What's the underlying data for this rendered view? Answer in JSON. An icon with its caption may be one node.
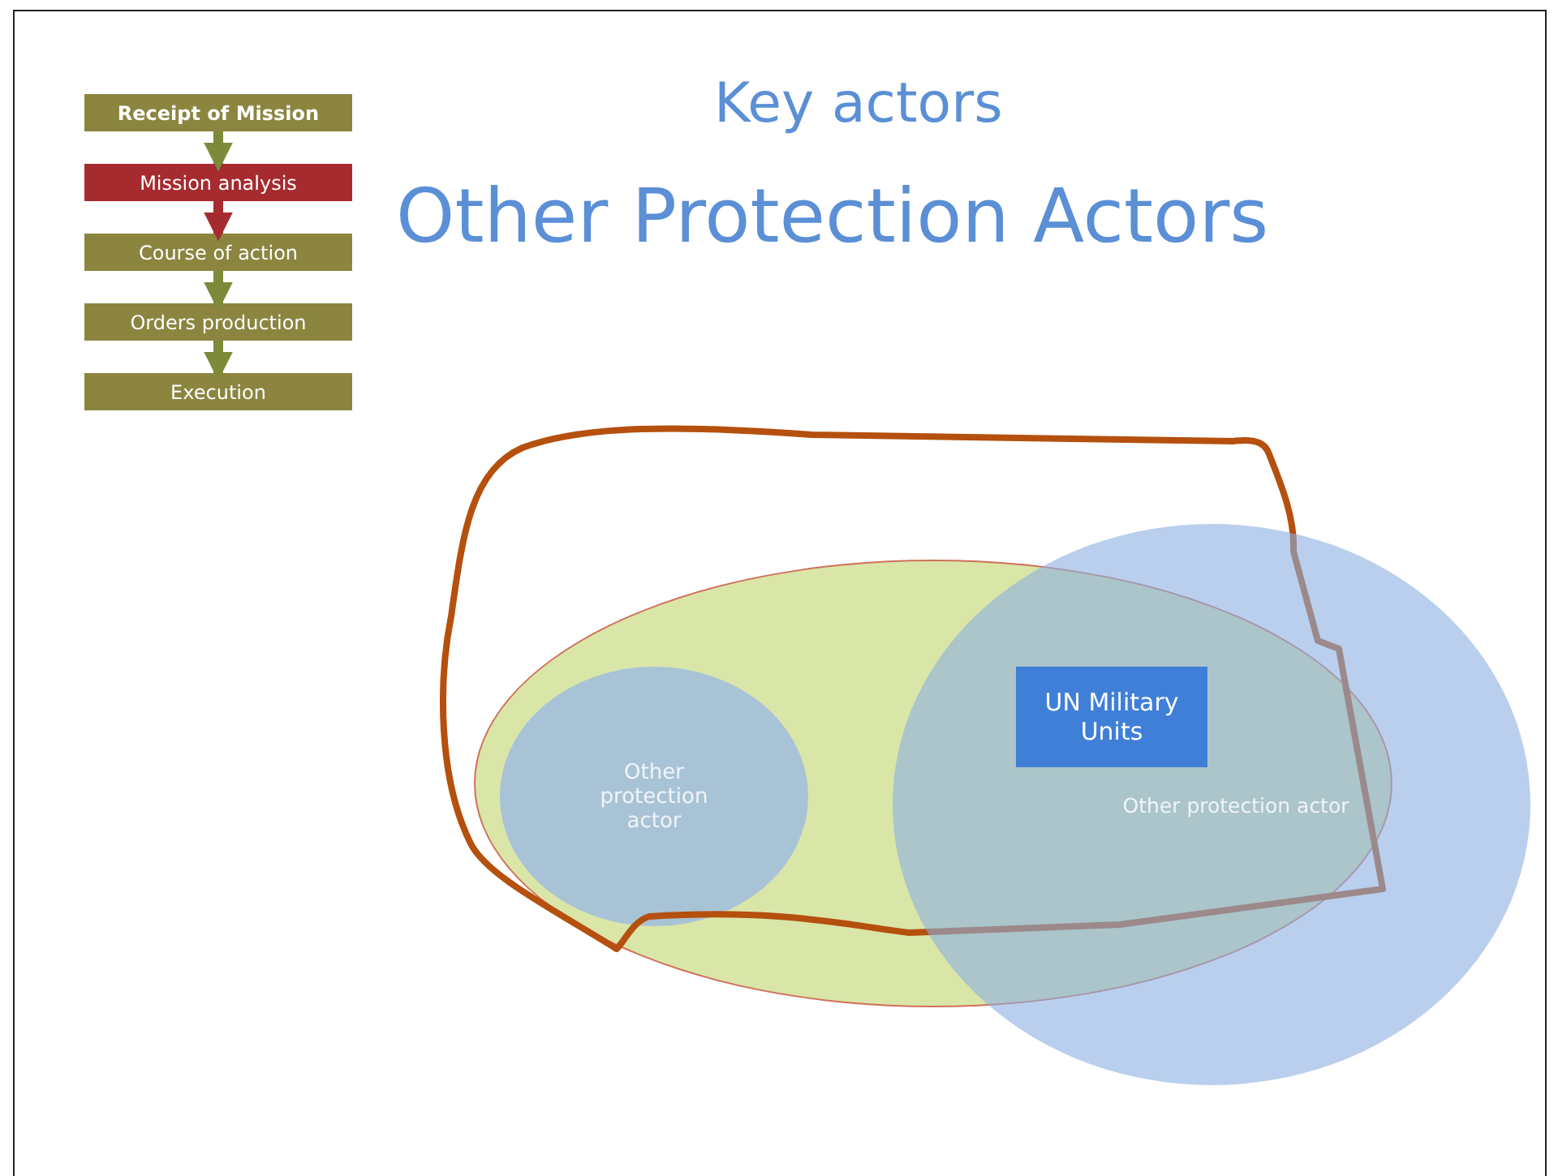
{
  "diagram": {
    "title": "Other Protection Actors",
    "nodes": [
      {
        "text": [
          "Receipt of Mission"
        ]
      },
      {
        "text": [
          "Mission analysis"
        ]
      },
      {
        "text": [
          "Course of action"
        ]
      },
      {
        "text": [
          "Orders production"
        ]
      },
      {
        "text": [
          "Execution"
        ]
      },
      {
        "text": [],
        "shape": "ellipse"
      },
      {
        "text": [
          "Other protection actor"
        ],
        "in": 5
      },
      {
        "text": [
          "Other protection actor"
        ]
      },
      {
        "text": [
          "UN Military Units"
        ]
      }
    ],
    "edges": [
      {
        "from": 0,
        "to": 1,
        "arrow": "to"
      },
      {
        "from": 1,
        "to": 2,
        "arrow": "to",
        "color": "#a62b2f"
      },
      {
        "from": 2,
        "to": 3,
        "arrow": "to"
      },
      {
        "from": 3,
        "to": 4,
        "arrow": "to"
      }
    ],
    "labels": [
      "Key actors"
    ]
  }
}
